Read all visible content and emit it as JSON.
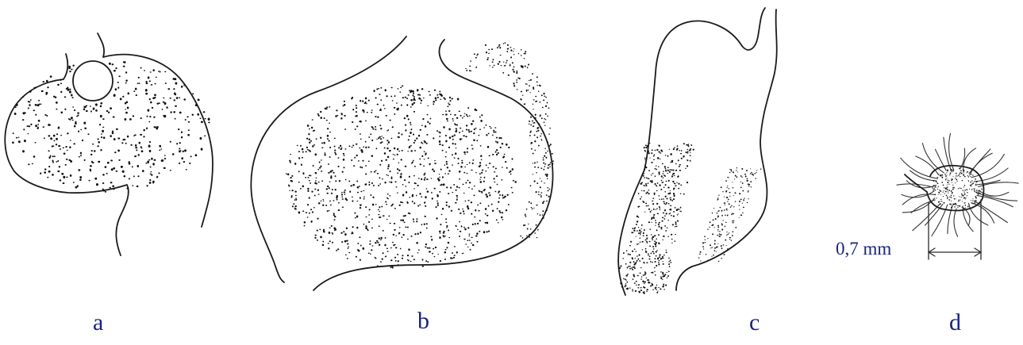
{
  "panels": {
    "a": {
      "label": "a"
    },
    "b": {
      "label": "b"
    },
    "c": {
      "label": "c"
    },
    "d": {
      "label": "d"
    }
  },
  "scale_bar": {
    "text": "0,7 mm"
  }
}
